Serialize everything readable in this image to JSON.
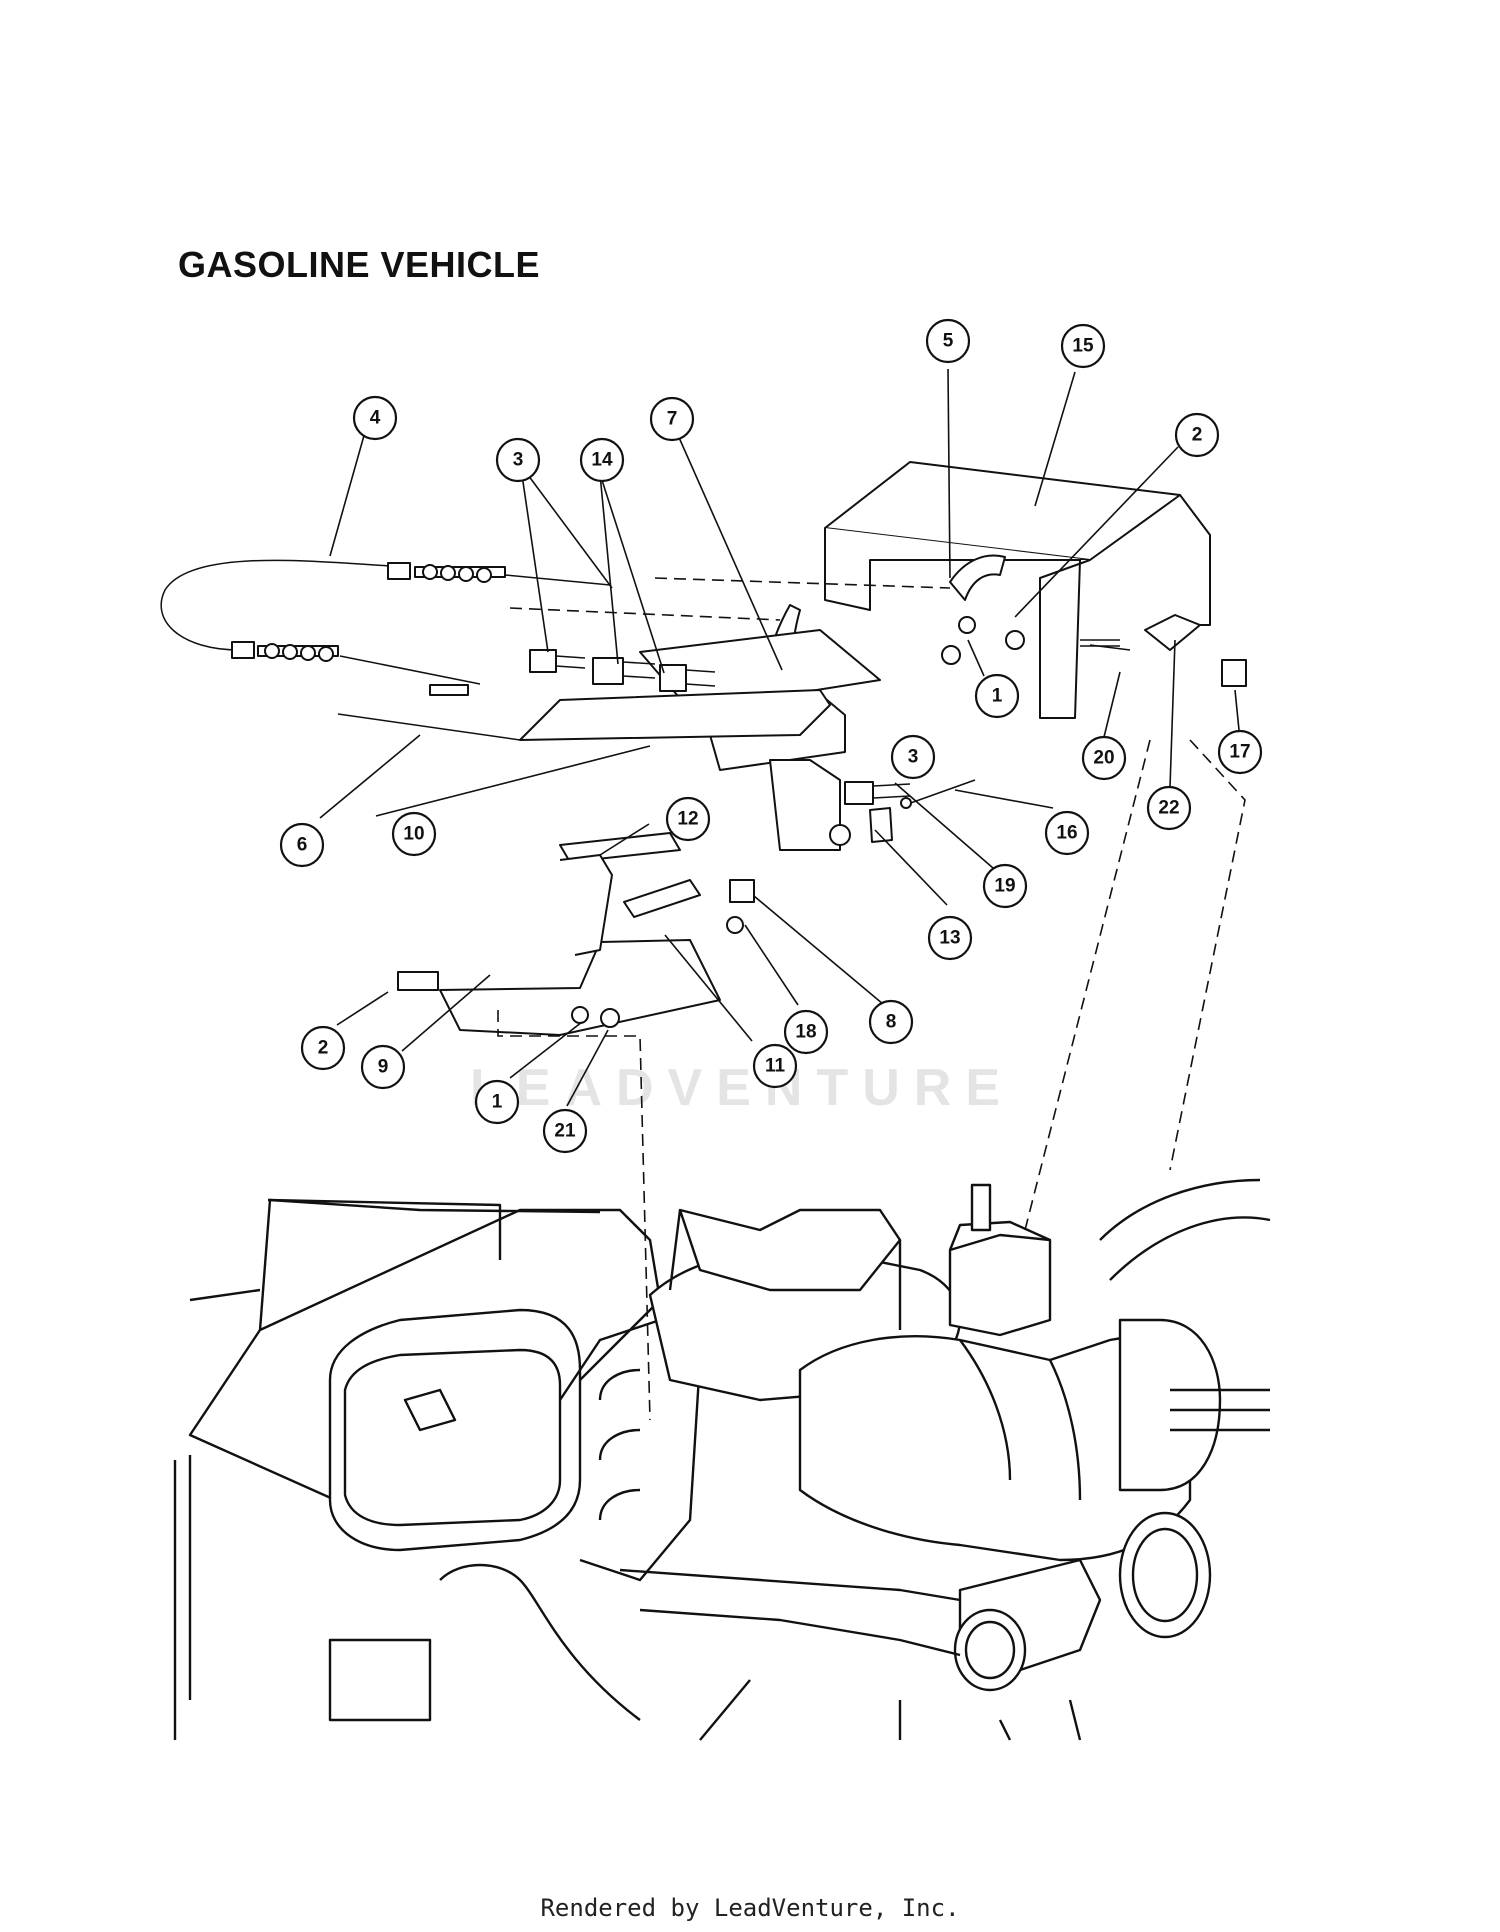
{
  "title": "GASOLINE VEHICLE",
  "watermark": "LEADVENTURE",
  "footer": "Rendered by LeadVenture, Inc.",
  "callouts": [
    "1",
    "1",
    "2",
    "2",
    "3",
    "3",
    "4",
    "5",
    "6",
    "7",
    "8",
    "9",
    "10",
    "11",
    "12",
    "13",
    "14",
    "15",
    "16",
    "17",
    "18",
    "19",
    "20",
    "21",
    "22"
  ],
  "icons": [
    "callout-circle",
    "leader-line",
    "dashed-assembly-line"
  ]
}
